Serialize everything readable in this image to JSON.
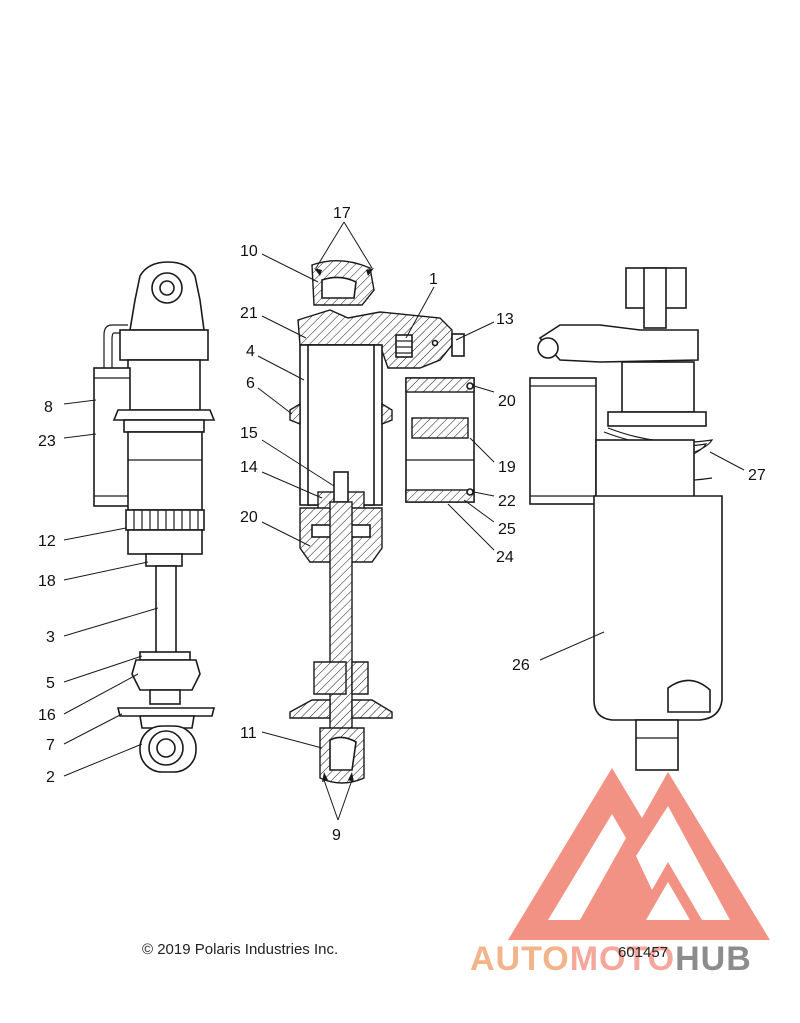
{
  "footer": {
    "copyright": "© 2019 Polaris Industries Inc.",
    "part_number": "601457"
  },
  "watermark": {
    "brand_part1": "AUTO",
    "brand_part2": "MOTO",
    "brand_part3": "HUB",
    "colors": {
      "triangle": "#f07f6f",
      "auto": "#f3b48c",
      "moto": "#f5a79c",
      "hub": "#8c8c8c"
    }
  },
  "callouts": {
    "c17": "17",
    "c10": "10",
    "c1": "1",
    "c21": "21",
    "c13": "13",
    "c4": "4",
    "c6": "6",
    "c20a": "20",
    "c15": "15",
    "c19": "19",
    "c14": "14",
    "c22": "22",
    "c20b": "20",
    "c25": "25",
    "c24": "24",
    "c8": "8",
    "c23": "23",
    "c12": "12",
    "c18": "18",
    "c3": "3",
    "c5": "5",
    "c16": "16",
    "c7": "7",
    "c2": "2",
    "c11": "11",
    "c9": "9",
    "c27": "27",
    "c26": "26"
  }
}
